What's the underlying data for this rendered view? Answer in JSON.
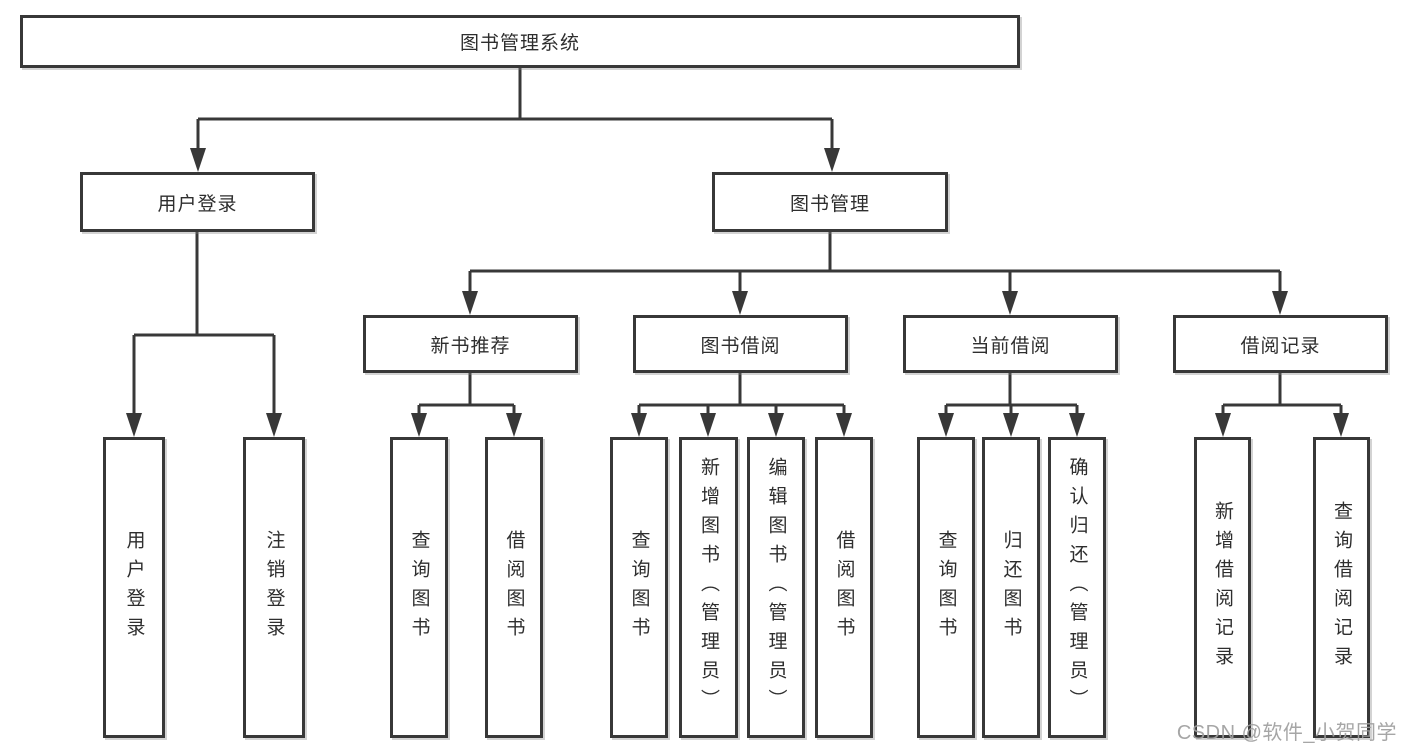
{
  "diagram_type": "hierarchy-tree",
  "tree": {
    "label": "图书管理系统",
    "children": [
      {
        "label": "用户登录",
        "children": [
          {
            "label": "用户登录"
          },
          {
            "label": "注销登录"
          }
        ]
      },
      {
        "label": "图书管理",
        "children": [
          {
            "label": "新书推荐",
            "children": [
              {
                "label": "查询图书"
              },
              {
                "label": "借阅图书"
              }
            ]
          },
          {
            "label": "图书借阅",
            "children": [
              {
                "label": "查询图书"
              },
              {
                "label": "新增图书（管理员）"
              },
              {
                "label": "编辑图书（管理员）"
              },
              {
                "label": "借阅图书"
              }
            ]
          },
          {
            "label": "当前借阅",
            "children": [
              {
                "label": "查询图书"
              },
              {
                "label": "归还图书"
              },
              {
                "label": "确认归还（管理员）"
              }
            ]
          },
          {
            "label": "借阅记录",
            "children": [
              {
                "label": "新增借阅记录"
              },
              {
                "label": "查询借阅记录"
              }
            ]
          }
        ]
      }
    ]
  },
  "watermark": {
    "text": "CSDN @软件_小贺同学"
  },
  "colors": {
    "line": "#383838",
    "box_border": "#383838",
    "box_fill": "#ffffff",
    "text": "#2e2e2e",
    "watermark": "#9e9e9e",
    "background": "#ffffff"
  }
}
